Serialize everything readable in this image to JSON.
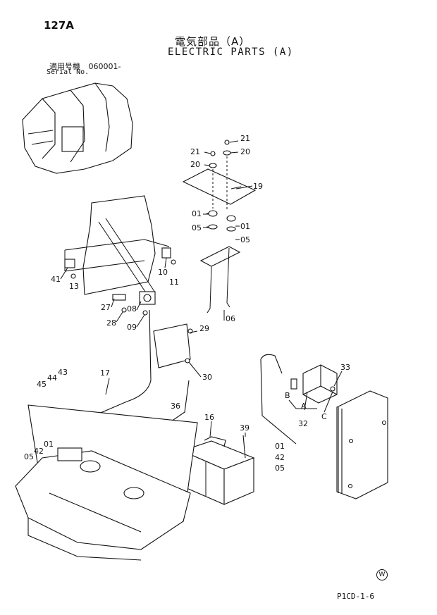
{
  "header": {
    "page_number": "127A",
    "title_jp": "電気部品（A）",
    "title_en": "ELECTRIC PARTS (A)",
    "serial_label_jp": "適用号機",
    "serial_value": "060001-",
    "serial_label_en": "Serial No."
  },
  "footer": {
    "mark": "W",
    "page_code": "P1CD-1-6"
  },
  "callouts": [
    "21",
    "20",
    "21",
    "20",
    "19",
    "01",
    "05",
    "01",
    "05",
    "06",
    "10",
    "11",
    "41",
    "13",
    "27",
    "08",
    "28",
    "09",
    "29",
    "30",
    "17",
    "44",
    "43",
    "45",
    "36",
    "16",
    "39",
    "01",
    "42",
    "05",
    "01",
    "42",
    "05",
    "33",
    "B",
    "A",
    "C",
    "32"
  ]
}
